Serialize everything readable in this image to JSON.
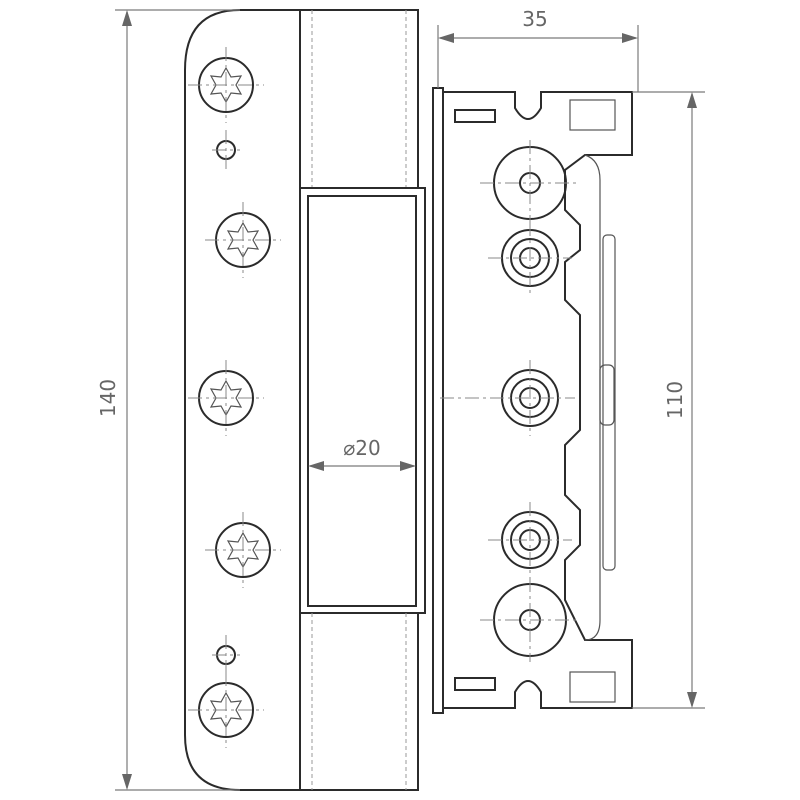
{
  "dimensions": {
    "total_height": "140",
    "mount_height": "110",
    "body_depth": "35",
    "pin_diameter": "⌀20"
  },
  "colors": {
    "line": "#2b2b2b",
    "dimension": "#7a7a7a",
    "background": "#ffffff"
  }
}
